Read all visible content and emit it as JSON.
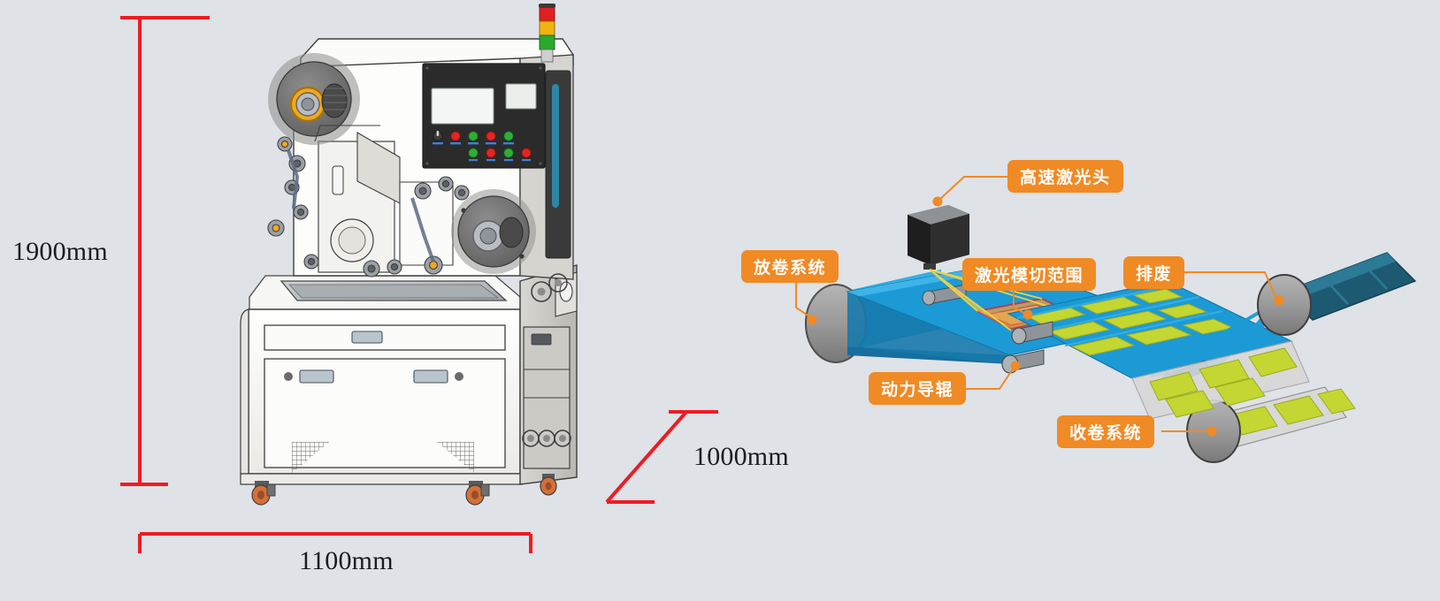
{
  "page": {
    "background_color": "#dfe2e6",
    "title": "Laser Die-Cutting Machine Specification and Process Flow"
  },
  "machine_photo": {
    "name": "laser die cutting machine 3d render",
    "body_color": "#f4f4f2",
    "panel_color": "#2b2b2b",
    "caster_color": "#d4703a",
    "stack_light": {
      "lights": [
        "red",
        "amber",
        "green"
      ],
      "colors": [
        "#e02020",
        "#f0b310",
        "#2aa92a"
      ]
    },
    "control_panel": {
      "screen_label": "hmi-display",
      "buttons_row1": [
        "selector",
        "red",
        "green",
        "red",
        "green"
      ],
      "buttons_row2": [
        "green",
        "red",
        "green",
        "red"
      ],
      "button_colors": {
        "red": "#e3251f",
        "green": "#2fae35"
      }
    },
    "reels": {
      "upper_reel": "unwind-reel",
      "lower_reel": "rewind-reel",
      "hub_highlight_color": "#f0a91e"
    }
  },
  "dimensions": {
    "line_color": "#ed1c24",
    "height": {
      "label": "1900mm",
      "axis": "vertical"
    },
    "width": {
      "label": "1100mm",
      "axis": "horizontal"
    },
    "depth": {
      "label": "1000mm",
      "axis": "diagonal"
    }
  },
  "process_diagram": {
    "accent_color": "#f08a24",
    "web_color": "#1b9ad6",
    "web_dark_color": "#1c6f9c",
    "waste_roll_color": "#1d5a72",
    "label_color": "#c3d631",
    "roller_color": "#9a9a9a",
    "beam_color": "#f5d33a",
    "cut_outline_color": "#ed1c24",
    "callouts": [
      {
        "id": "laser-head",
        "text": "高速激光头",
        "meaning": "high-speed laser head"
      },
      {
        "id": "unwind",
        "text": "放卷系统",
        "meaning": "unwinding system"
      },
      {
        "id": "cut-range",
        "text": "激光模切范围",
        "meaning": "laser die-cutting range"
      },
      {
        "id": "waste",
        "text": "排废",
        "meaning": "waste discharge"
      },
      {
        "id": "guide-roller",
        "text": "动力导辊",
        "meaning": "power guide roller"
      },
      {
        "id": "rewind",
        "text": "收卷系统",
        "meaning": "winding system"
      }
    ]
  }
}
